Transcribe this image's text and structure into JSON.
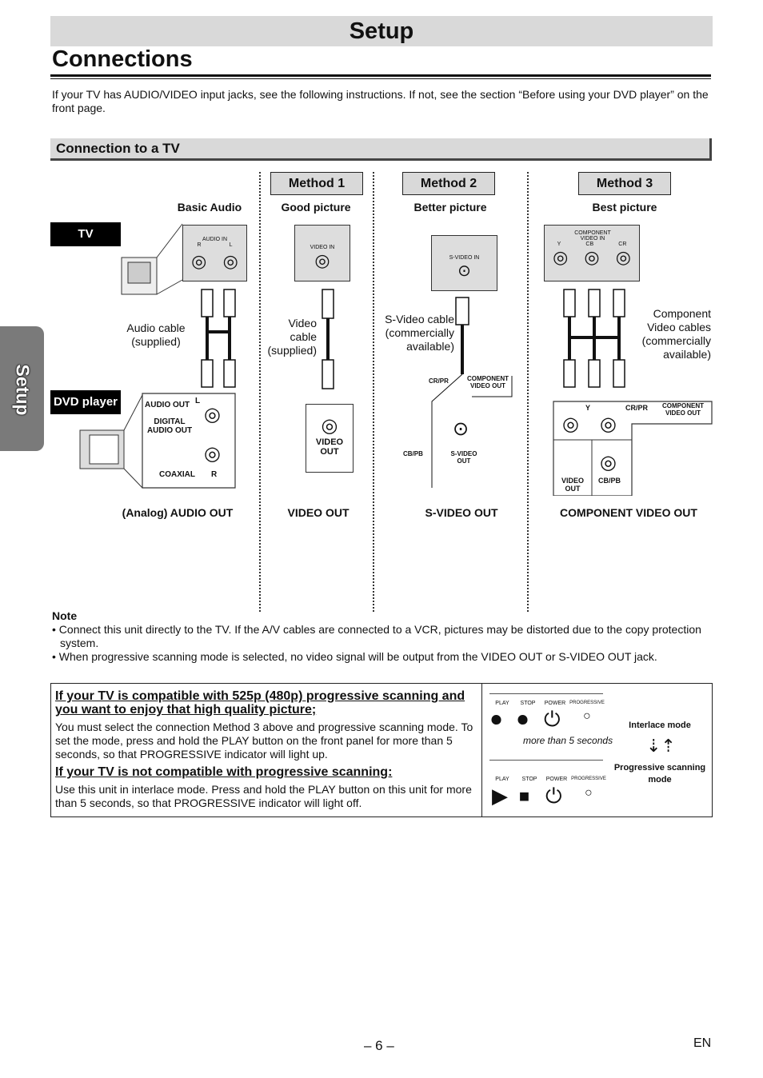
{
  "header": {
    "banner": "Setup",
    "title": "Connections"
  },
  "intro": "If your TV has AUDIO/VIDEO input jacks, see the following instructions. If not, see the section “Before using your DVD player” on the front page.",
  "section": {
    "title": "Connection to a TV"
  },
  "side_tab": "Setup",
  "labels": {
    "tv": "TV",
    "dvd": "DVD player"
  },
  "columns": {
    "basic": {
      "sub": "Basic Audio",
      "cable": "Audio cable (supplied)",
      "bottom": "(Analog) AUDIO OUT"
    },
    "m1": {
      "method": "Method 1",
      "sub": "Good picture",
      "cable": "Video cable (supplied)",
      "bottom": "VIDEO OUT"
    },
    "m2": {
      "method": "Method 2",
      "sub": "Better picture",
      "cable": "S-Video cable (commercially available)",
      "bottom": "S-VIDEO OUT"
    },
    "m3": {
      "method": "Method 3",
      "sub": "Best picture",
      "cable": "Component Video cables (commercially available)",
      "bottom": "COMPONENT VIDEO OUT"
    }
  },
  "jacks": {
    "audio_in": "AUDIO IN",
    "r": "R",
    "l": "L",
    "video_in": "VIDEO IN",
    "svideo_in": "S-VIDEO IN",
    "comp_in": "COMPONENT VIDEO IN",
    "y": "Y",
    "cb": "CB",
    "cr": "CR",
    "audio_out": "AUDIO OUT",
    "digital": "DIGITAL AUDIO OUT",
    "coaxial": "COAXIAL",
    "video_out": "VIDEO OUT",
    "crpr": "CR/PR",
    "cbpb": "CB/PB",
    "comp_out": "COMPONENT VIDEO OUT",
    "svideo_out": "S-VIDEO OUT"
  },
  "note": {
    "title": "Note",
    "items": [
      "• Connect this unit directly to the TV. If the A/V cables are connected to a VCR, pictures may be distorted due to the copy protection system.",
      "• When progressive scanning mode is selected, no video signal will be output from the VIDEO OUT or S-VIDEO OUT jack."
    ]
  },
  "box": {
    "h1": "If your TV is compatible with 525p (480p) progressive scanning and you want to enjoy that high quality picture;",
    "t1": "You must select the connection Method 3 above and progressive scanning mode. To set the mode, press and hold the PLAY button on the front panel for more than 5 seconds, so that PROGRESSIVE indicator will light up.",
    "h2": "If your TV is not compatible with progressive scanning:",
    "t2": "Use this unit in interlace mode. Press and hold the PLAY button on this unit for more than 5 seconds, so that PROGRESSIVE indicator will light off.",
    "panel": {
      "play": "PLAY",
      "stop": "STOP",
      "power": "POWER",
      "progressive": "PROGRESSIVE",
      "hold": "more than 5 seconds",
      "interlace": "Interlace mode",
      "progressive_mode": "Progressive scanning mode"
    }
  },
  "footer": {
    "page": "– 6 –",
    "lang": "EN"
  }
}
